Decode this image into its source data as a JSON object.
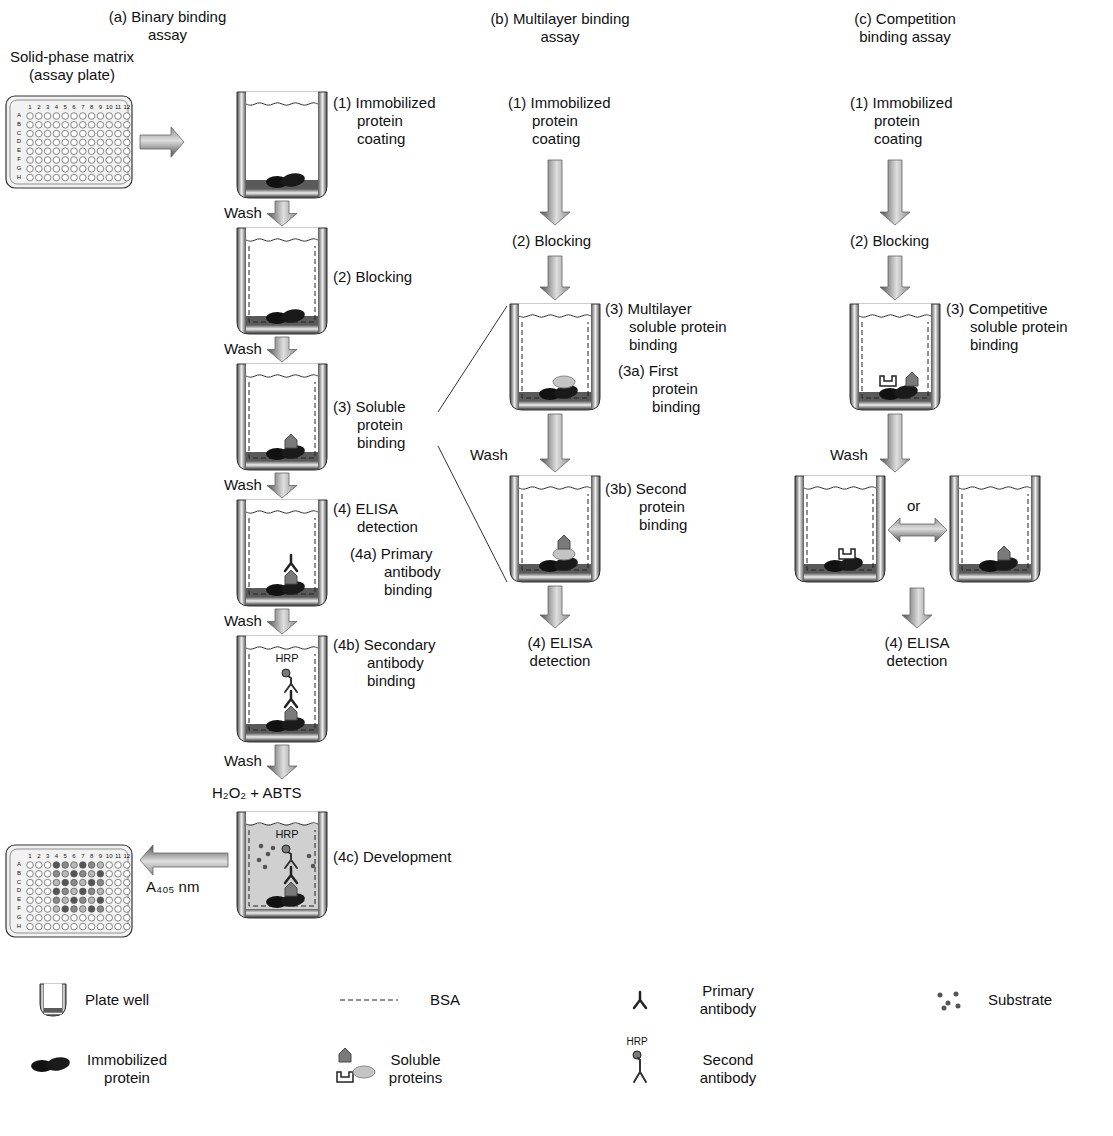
{
  "diagram": {
    "labels": [
      "(a) Binary binding assay",
      "(b) Multilayer binding assay",
      "(c) Competition binding assay",
      "Solid-phase matrix (assay plate)",
      "1",
      "2",
      "3",
      "4",
      "5",
      "6",
      "7",
      "8",
      "9",
      "10",
      "11",
      "12",
      "A",
      "B",
      "C",
      "D",
      "E",
      "F",
      "G",
      "H",
      "(1) Immobilized protein coating",
      "Wash",
      "(2) Blocking",
      "Wash",
      "(3) Soluble protein binding",
      "Wash",
      "(4) ELISA detection",
      "(4a) Primary antibody binding",
      "Wash",
      "HRP",
      "(4b) Secondary antibody binding",
      "Wash",
      "H₂O₂ + ABTS",
      "HRP",
      "(4c) Development",
      "1",
      "2",
      "3",
      "4",
      "5",
      "6",
      "7",
      "8",
      "9",
      "10",
      "11",
      "12",
      "A",
      "B",
      "C",
      "D",
      "E",
      "F",
      "G",
      "H",
      "A₄₀₅ nm",
      "(1) Immobilized protein coating",
      "(2) Blocking",
      "(3) Multilayer soluble protein binding",
      "(3a) First protein binding",
      "Wash",
      "(3b) Second protein binding",
      "(4) ELISA detection",
      "(1) Immobilized protein coating",
      "(2) Blocking",
      "(3) Competitive soluble protein binding",
      "Wash",
      "or",
      "(4) ELISA detection",
      "HRP"
    ],
    "legend": [
      {
        "text": "Plate well"
      },
      {
        "text": "BSA"
      },
      {
        "text": "Primary antibody"
      },
      {
        "text": "Substrate"
      },
      {
        "text": "Immobilized protein"
      },
      {
        "text": "Soluble proteins"
      },
      {
        "text": "Second antibody"
      }
    ]
  }
}
